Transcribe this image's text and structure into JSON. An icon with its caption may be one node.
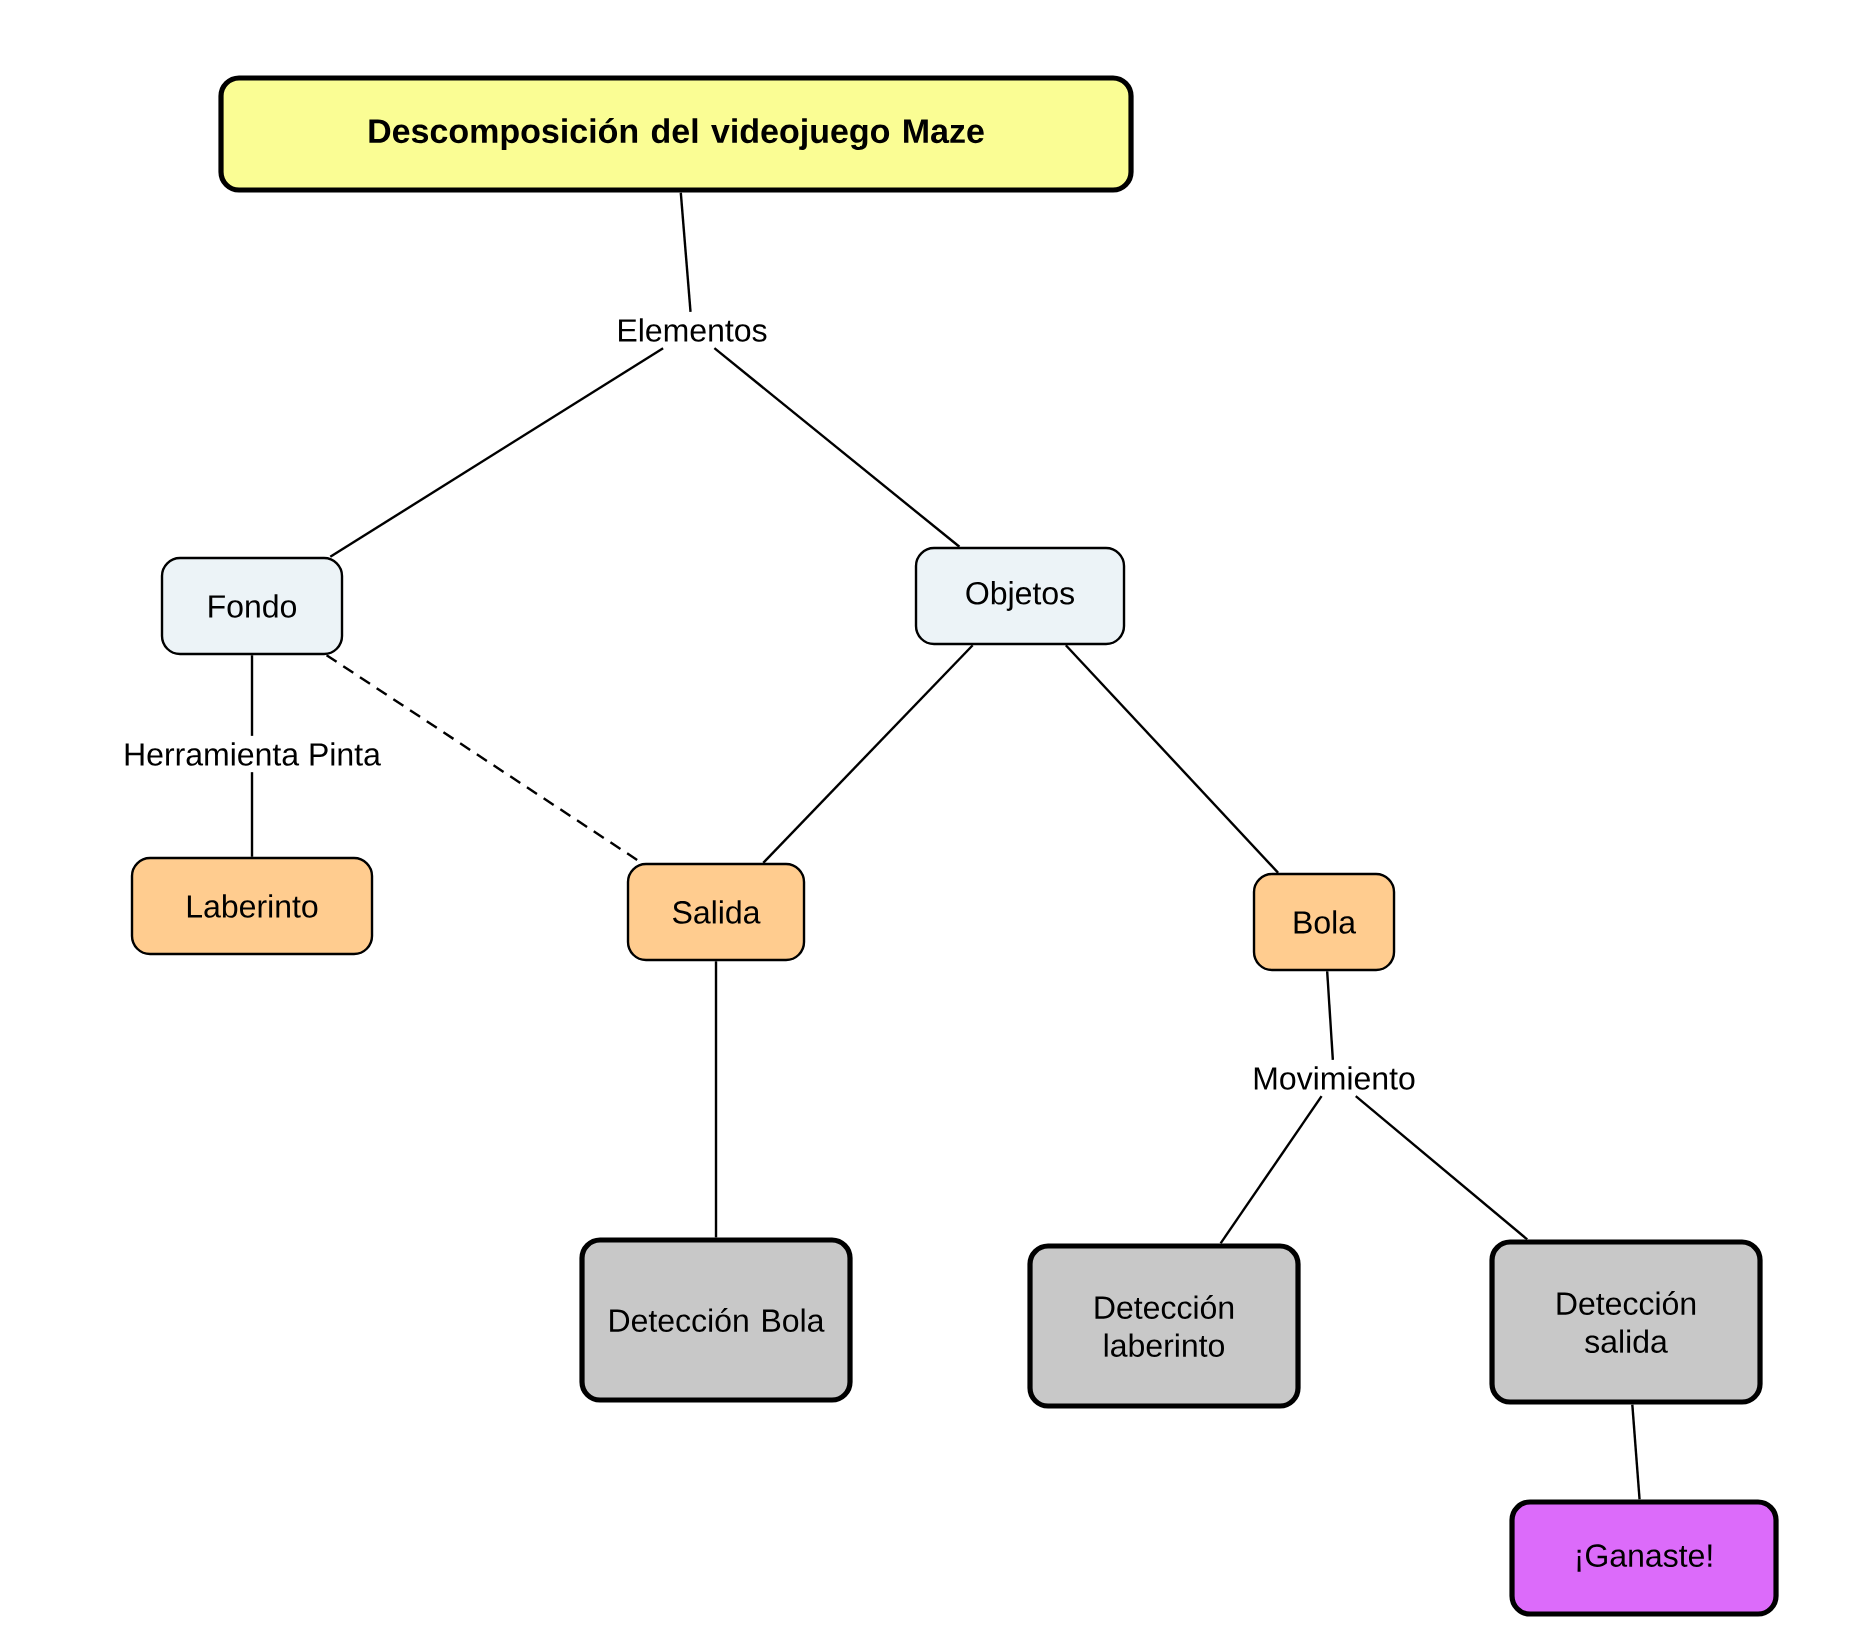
{
  "diagram": {
    "nodes": [
      {
        "text": [
          "Descomposición del videojuego Maze"
        ]
      },
      {
        "text": [
          "Elementos"
        ]
      },
      {
        "text": [
          "Fondo"
        ]
      },
      {
        "text": [
          "Objetos"
        ]
      },
      {
        "text": [
          "Herramienta Pinta"
        ]
      },
      {
        "text": [
          "Laberinto"
        ]
      },
      {
        "text": [
          "Salida"
        ]
      },
      {
        "text": [
          "Bola"
        ]
      },
      {
        "text": [
          "Detección Bola"
        ]
      },
      {
        "text": [
          "Movimiento"
        ]
      },
      {
        "text": [
          "Detección laberinto"
        ]
      },
      {
        "text": [
          "Detección salida"
        ]
      },
      {
        "text": [
          "¡Ganaste!"
        ]
      }
    ],
    "edges": [
      {
        "from": 0,
        "to": 1,
        "arrow": "none"
      },
      {
        "from": 1,
        "to": 2,
        "arrow": "none"
      },
      {
        "from": 1,
        "to": 3,
        "arrow": "none"
      },
      {
        "from": 2,
        "to": 4,
        "arrow": "none"
      },
      {
        "from": 4,
        "to": 5,
        "arrow": "none"
      },
      {
        "from": 2,
        "to": 6,
        "arrow": "none",
        "style": "dashed"
      },
      {
        "from": 3,
        "to": 6,
        "arrow": "none"
      },
      {
        "from": 3,
        "to": 7,
        "arrow": "none"
      },
      {
        "from": 6,
        "to": 8,
        "arrow": "none"
      },
      {
        "from": 7,
        "to": 9,
        "arrow": "none"
      },
      {
        "from": 9,
        "to": 10,
        "arrow": "none"
      },
      {
        "from": 9,
        "to": 11,
        "arrow": "none"
      },
      {
        "from": 11,
        "to": 12,
        "arrow": "none"
      }
    ]
  }
}
